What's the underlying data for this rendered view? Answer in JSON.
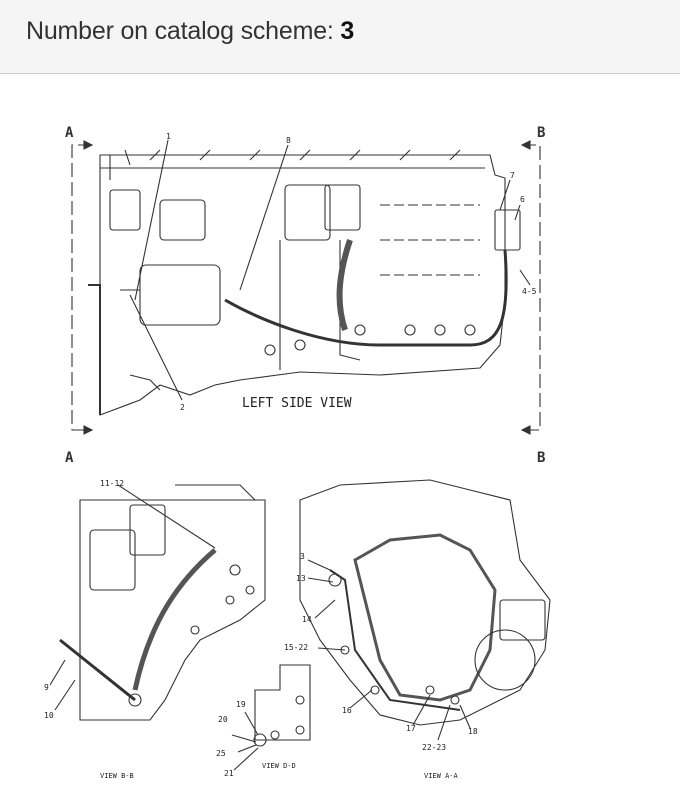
{
  "header": {
    "label": "Number on catalog scheme: ",
    "value": "3"
  },
  "drawing": {
    "section_markers": [
      "A",
      "B",
      "A",
      "B"
    ],
    "views": {
      "left_side": "LEFT SIDE VIEW",
      "b_b": "VIEW B-B",
      "d_d": "VIEW D-D",
      "a_a": "VIEW A-A"
    },
    "callouts": {
      "c1": "1",
      "c8": "8",
      "c7": "7",
      "c6": "6",
      "c45": "4-5",
      "c2": "2",
      "c1112": "11-12",
      "c9": "9",
      "c10": "10",
      "c3": "3",
      "c13": "13",
      "c14": "14",
      "c1522": "15-22",
      "c16": "16",
      "c17": "17",
      "c18": "18",
      "c2223": "22-23",
      "c19": "19",
      "c20": "20",
      "c25": "25",
      "c21": "21"
    }
  }
}
